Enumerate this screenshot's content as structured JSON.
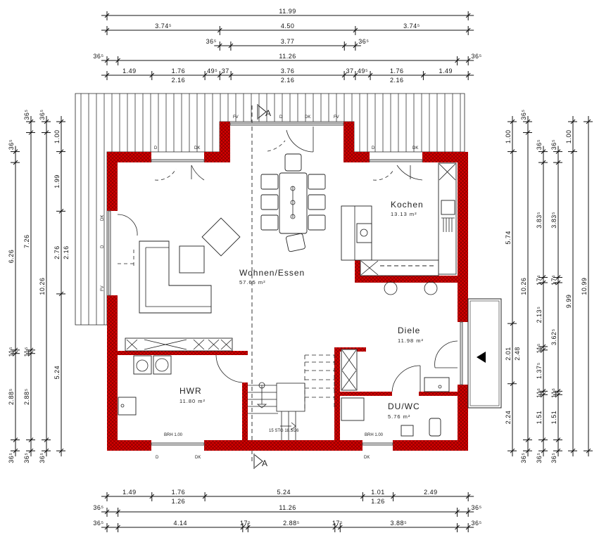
{
  "colors": {
    "wall": "#d40000",
    "wall_hatch": "#7a0000",
    "line": "#222222"
  },
  "rooms": [
    {
      "name": "Wohnen/Essen",
      "area": "57.65 m²"
    },
    {
      "name": "Kochen",
      "area": "13.13 m²"
    },
    {
      "name": "Diele",
      "area": "11.98 m²"
    },
    {
      "name": "HWR",
      "area": "11.80 m²"
    },
    {
      "name": "DU/WC",
      "area": "5.76 m²"
    }
  ],
  "section_marker": "A",
  "window_labels": {
    "top_left": [
      "D",
      "DK"
    ],
    "bay": [
      "FV",
      "D",
      "DK",
      "FV"
    ],
    "top_right": [
      "D",
      "DK"
    ],
    "left": [
      "DK",
      "D",
      "FV"
    ],
    "bottom_hwr": [
      "D",
      "DK"
    ],
    "bottom_wc": [
      "DK"
    ]
  },
  "sill_labels": [
    "BRH 1.00",
    "BRH 1.00"
  ],
  "stair_label": "15 STG 18.5/26",
  "dimensions": {
    "top": [
      [
        "11.99"
      ],
      [
        "3.74⁵",
        "4.50",
        "3.74⁵"
      ],
      [
        "36⁵",
        "3.77",
        "36⁵"
      ],
      [
        "36⁵",
        "11.26",
        "36⁵"
      ],
      [
        "1.49",
        "1.76",
        "49⁵",
        "37",
        "3.76",
        "37",
        "49⁵",
        "1.76",
        "1.49"
      ]
    ],
    "top_second": [
      "2.16",
      "2.16",
      "2.16"
    ],
    "bottom": [
      [
        "1.49",
        "1.76",
        "5.24",
        "1.01",
        "2.49"
      ],
      [
        "36⁵",
        "11.26",
        "36⁵"
      ],
      [
        "36⁵",
        "4.14",
        "17⁵",
        "2.88⁵",
        "17⁵",
        "3.88⁵",
        "36⁵"
      ]
    ],
    "bottom_second": [
      "1.26",
      "1.26"
    ],
    "left": [
      [
        "36⁵",
        "6.26",
        "11⁵",
        "2.88⁵",
        "36⁵"
      ],
      [
        "36⁵",
        "7.26",
        "11⁵",
        "2.88⁵",
        "36⁵"
      ],
      [
        "36⁵",
        "10.26",
        "36⁵"
      ],
      [
        "1.00",
        "1.99",
        "2.76",
        "5.24"
      ]
    ],
    "left_second": [
      "2.16"
    ],
    "right": [
      [
        "1.00",
        "5.74",
        "2.01",
        "2.24"
      ],
      [
        "36⁵",
        "10.26",
        "36⁵"
      ],
      [
        "36⁵",
        "3.83⁵",
        "17⁵",
        "2.13⁵",
        "11⁵",
        "1.37⁵",
        "11⁵",
        "1.51",
        "36⁵"
      ],
      [
        "36⁵",
        "3.83⁵",
        "17⁵",
        "3.62⁵",
        "11⁵",
        "1.51",
        "36⁵"
      ],
      [
        "1.00",
        "9.99"
      ],
      [
        "10.99"
      ]
    ],
    "right_second": [
      "2.48"
    ]
  }
}
